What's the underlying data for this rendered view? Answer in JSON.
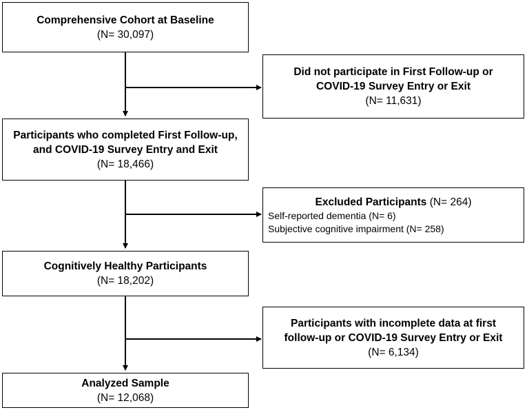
{
  "boxes": {
    "baseline": {
      "title": "Comprehensive Cohort at Baseline",
      "count": "(N= 30,097)"
    },
    "no_participation": {
      "line1": "Did not participate in First Follow-up or",
      "line2": "COVID-19 Survey Entry or Exit",
      "count": "(N= 11,631)"
    },
    "completed": {
      "line1": "Participants who completed First Follow-up,",
      "line2": "and COVID-19 Survey Entry and Exit",
      "count": "(N= 18,466)"
    },
    "excluded": {
      "title": "Excluded Participants",
      "count": "(N= 264)",
      "item1": "Self-reported dementia (N= 6)",
      "item2": "Subjective cognitive impairment (N= 258)"
    },
    "healthy": {
      "title": "Cognitively Healthy Participants",
      "count": "(N= 18,202)"
    },
    "incomplete": {
      "line1": "Participants with incomplete data at first",
      "line2": "follow-up or COVID-19 Survey Entry or Exit",
      "count": "(N= 6,134)"
    },
    "analyzed": {
      "title": "Analyzed Sample",
      "count": "(N= 12,068)"
    }
  }
}
